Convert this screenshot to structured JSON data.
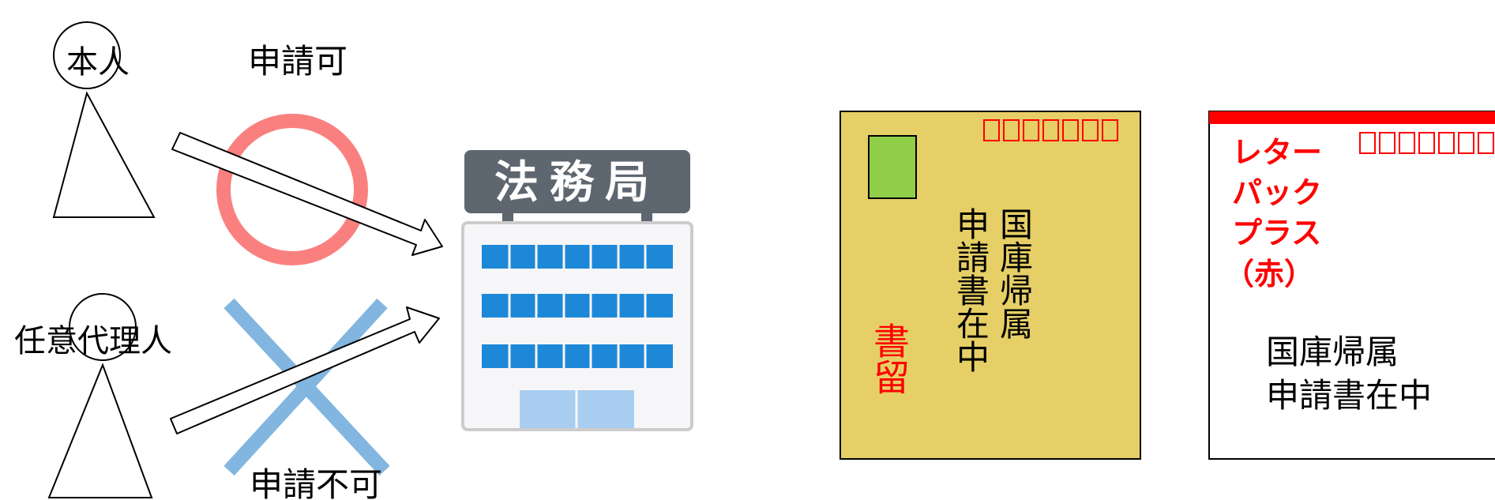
{
  "colors": {
    "ok_circle": "#FA8080",
    "ng_cross": "#82B6E0",
    "envelope_fill": "#E6CF66",
    "stamp": "#90CE4A",
    "red": "#FF0000",
    "building_sign": "#5E6770",
    "window": "#1E88D8",
    "door": "#A9CDF1"
  },
  "left": {
    "person1_label": "本人",
    "person2_label": "任意代理人",
    "ok_label": "申請可",
    "ng_label": "申請不可",
    "building_label": "法務局"
  },
  "envelope1": {
    "postal_boxes": 7,
    "body_col1": "国庫帰属",
    "body_col2": "申請書在中",
    "registered_col": "書留"
  },
  "envelope2": {
    "postal_boxes": 7,
    "brand_lines": [
      "レター",
      "パック",
      "プラス",
      "（赤）"
    ],
    "body_lines": [
      "国庫帰属",
      "申請書在中"
    ]
  }
}
